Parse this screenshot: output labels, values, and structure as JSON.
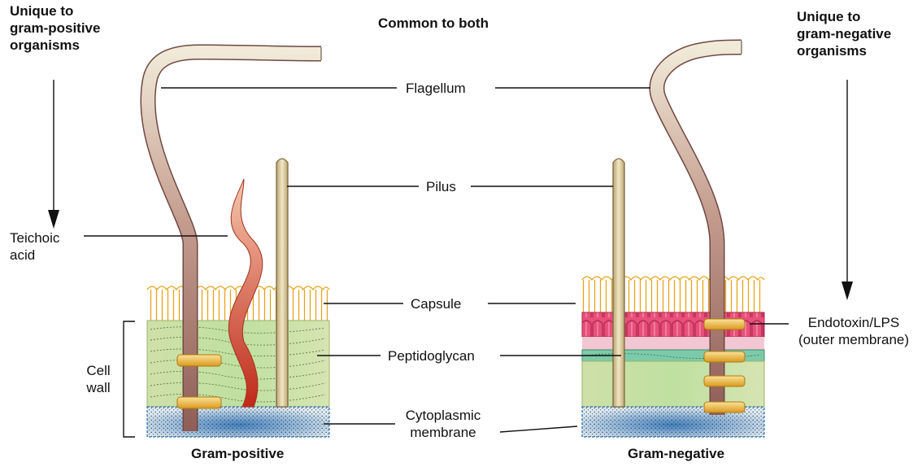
{
  "headers": {
    "gram_positive_unique": "Unique to\ngram-positive\norganisms",
    "common": "Common to both",
    "gram_negative_unique": "Unique to\ngram-negative\norganisms"
  },
  "labels": {
    "flagellum": "Flagellum",
    "pilus": "Pilus",
    "teichoic_acid": "Teichoic\nacid",
    "capsule": "Capsule",
    "peptidoglycan": "Peptidoglycan",
    "cell_wall": "Cell\nwall",
    "cytoplasmic_membrane": "Cytoplasmic\nmembrane",
    "endotoxin": "Endotoxin/LPS\n(outer membrane)"
  },
  "panels": {
    "gram_positive": "Gram-positive",
    "gram_negative": "Gram-negative"
  },
  "colors": {
    "capsule_line": "#e8a21a",
    "peptidoglycan_fill": "#cfe0a8",
    "membrane_fill": "#8fb8d8",
    "lps_fill": "#e8507a",
    "outer_pink": "#f3c6d3",
    "flagellum_dark": "#8f5e57",
    "flagellum_light": "#efe7d4",
    "pilus_fill": "#e8dcb0",
    "teichoic_fill": "#f0a080",
    "teichoic_dark": "#c02a1a",
    "ring_fill": "#f0c24a"
  }
}
